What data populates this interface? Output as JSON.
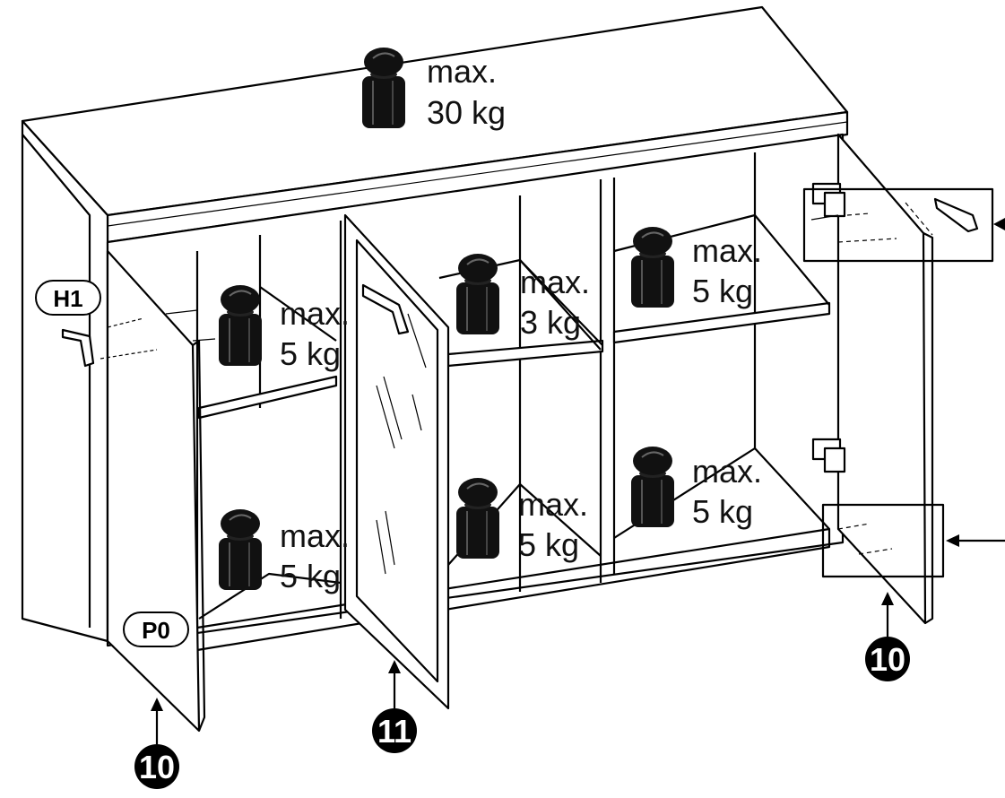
{
  "diagram": {
    "load_labels": [
      {
        "id": "top",
        "line1": "max.",
        "line2": "30 kg"
      },
      {
        "id": "left-upper",
        "line1": "max.",
        "line2": "5 kg"
      },
      {
        "id": "middle-upper",
        "line1": "max.",
        "line2": "3 kg"
      },
      {
        "id": "right-upper",
        "line1": "max.",
        "line2": "5 kg"
      },
      {
        "id": "left-lower",
        "line1": "max.",
        "line2": "5 kg"
      },
      {
        "id": "middle-lower",
        "line1": "max.",
        "line2": "5 kg"
      },
      {
        "id": "right-lower",
        "line1": "max.",
        "line2": "5 kg"
      }
    ],
    "part_tags": {
      "handle": "H1",
      "panel": "P0"
    },
    "callouts": {
      "left_door": "10",
      "glass_door": "11",
      "right_door": "10"
    }
  }
}
